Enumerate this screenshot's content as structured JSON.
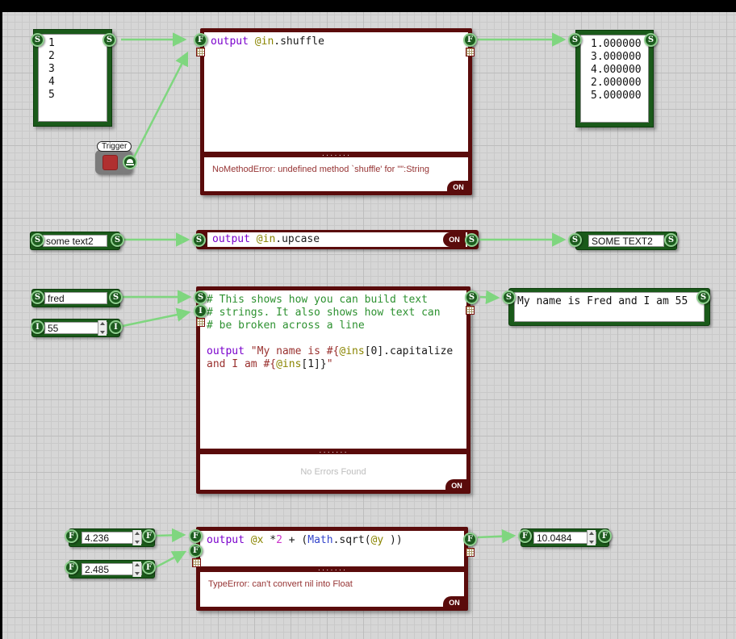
{
  "trigger": {
    "label": "Trigger"
  },
  "boxes": {
    "list_in": {
      "values": [
        "1",
        "2",
        "3",
        "4",
        "5"
      ],
      "port": "S"
    },
    "list_out": {
      "values": [
        "1.000000",
        "3.000000",
        "4.000000",
        "2.000000",
        "5.000000"
      ],
      "port": "S"
    },
    "text_in": {
      "value": "some text2",
      "port": "S"
    },
    "text_out": {
      "value": "SOME TEXT2",
      "port": "S"
    },
    "name_in": {
      "value": "fred",
      "port": "S"
    },
    "age_in": {
      "value": "55",
      "port": "I"
    },
    "name_out": {
      "value": "My name is Fred and I am 55",
      "port": "S"
    },
    "x_in": {
      "value": "4.236",
      "port": "F"
    },
    "y_in": {
      "value": "2.485",
      "port": "F"
    },
    "result_out": {
      "value": "10.0484",
      "port": "F"
    }
  },
  "nodes": {
    "shuffle": {
      "port_in": "F",
      "port_out": "F",
      "code": [
        [
          {
            "t": "output ",
            "c": "kw"
          },
          {
            "t": "@in",
            "c": "ivar"
          },
          {
            "t": ".shuffle",
            "c": "pl"
          }
        ]
      ],
      "divider": ".......",
      "error": "NoMethodError: undefined method `shuffle' for \"\":String",
      "on": "ON"
    },
    "upcase": {
      "port_in": "S",
      "port_out": "S",
      "code": [
        [
          {
            "t": "output ",
            "c": "kw"
          },
          {
            "t": "@in",
            "c": "ivar"
          },
          {
            "t": ".upcase",
            "c": "pl"
          }
        ]
      ],
      "on": "ON"
    },
    "name": {
      "port_in1": "S",
      "port_in2": "I",
      "port_out": "S",
      "code": [
        [
          {
            "t": "# This shows how you can build text",
            "c": "com"
          }
        ],
        [
          {
            "t": "# strings. It also shows how text can",
            "c": "com"
          }
        ],
        [
          {
            "t": "# be broken across a line",
            "c": "com"
          }
        ],
        [],
        [
          {
            "t": "output ",
            "c": "kw"
          },
          {
            "t": "\"My name is #{",
            "c": "str"
          },
          {
            "t": "@ins",
            "c": "ivar"
          },
          {
            "t": "[0].capitalize",
            "c": "pl"
          }
        ],
        [
          {
            "t": "and I am #{",
            "c": "str"
          },
          {
            "t": "@ins",
            "c": "ivar"
          },
          {
            "t": "[1]}",
            "c": "pl"
          },
          {
            "t": "\"",
            "c": "str"
          }
        ]
      ],
      "divider": ".......",
      "error": "No Errors Found",
      "on": "ON"
    },
    "math": {
      "port_in": "F",
      "port_out": "F",
      "code": [
        [
          {
            "t": "output ",
            "c": "kw"
          },
          {
            "t": "@x",
            "c": "ivar"
          },
          {
            "t": " *",
            "c": "pl"
          },
          {
            "t": "2",
            "c": "num"
          },
          {
            "t": " + (",
            "c": "pl"
          },
          {
            "t": "Math",
            "c": "const"
          },
          {
            "t": ".sqrt(",
            "c": "pl"
          },
          {
            "t": "@y",
            "c": "ivar"
          },
          {
            "t": " ))",
            "c": "pl"
          }
        ]
      ],
      "divider": ".......",
      "error": "TypeError: can't convert nil into Float",
      "on": "ON"
    }
  }
}
